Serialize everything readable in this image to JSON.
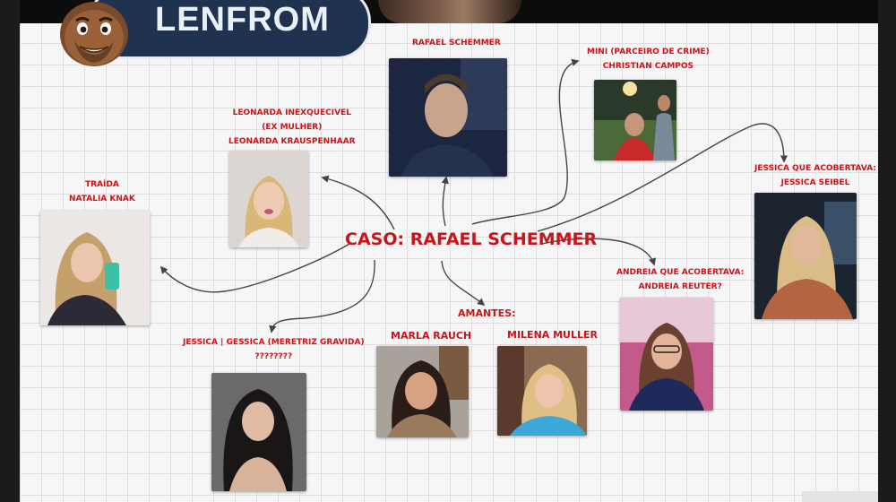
{
  "brand": {
    "name": "LENFROM"
  },
  "center": {
    "title": "CASO: RAFAEL SCHEMMER"
  },
  "nodes": {
    "rafael": {
      "lines": [
        "RAFAEL SCHEMMER"
      ]
    },
    "mini": {
      "lines": [
        "MINI (PARCEIRO DE CRIME)",
        "CHRISTIAN CAMPOS"
      ]
    },
    "leonarda": {
      "lines": [
        "LEONARDA INEXQUECIVEL",
        "(EX MULHER)",
        "LEONARDA KRAUSPENHAAR"
      ]
    },
    "traida": {
      "lines": [
        "TRAÍDA",
        "NATALIA KNAK"
      ]
    },
    "jessica_s": {
      "lines": [
        "JESSICA QUE ACOBERTAVA:",
        "JESSICA SEIBEL"
      ]
    },
    "andreia": {
      "lines": [
        "ANDREIA QUE ACOBERTAVA:",
        "ANDREIA REUTER?"
      ]
    },
    "jessica_g": {
      "lines": [
        "JESSICA | GESSICA (MERETRIZ GRAVIDA)",
        "????????"
      ]
    },
    "amantes": {
      "lines": [
        "AMANTES:"
      ]
    },
    "marla": {
      "lines": [
        "MARLA RAUCH"
      ]
    },
    "milena": {
      "lines": [
        "MILENA MULLER"
      ]
    }
  },
  "colors": {
    "accent": "#c9141b",
    "brand_bg": "#1f3350",
    "connector": "#444444"
  },
  "icons": {
    "avatar": "memoji-avatar-icon"
  }
}
